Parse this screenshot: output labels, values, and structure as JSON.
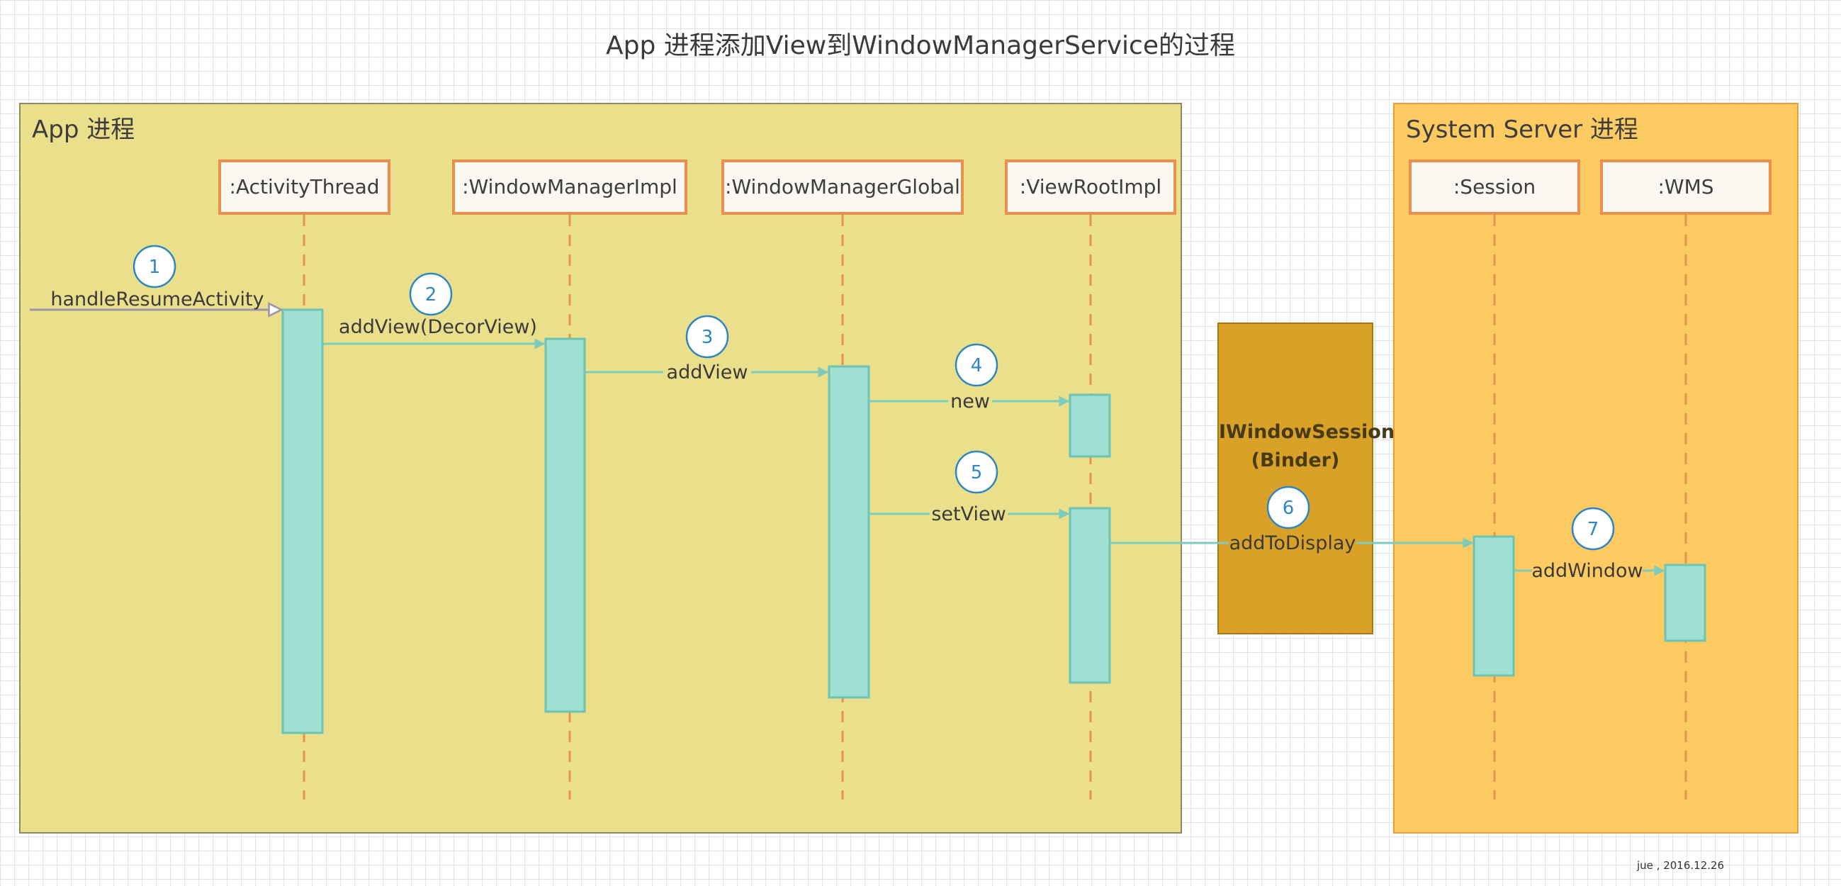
{
  "title": "App 进程添加View到WindowManagerService的过程",
  "frames": {
    "app": {
      "label": "App 进程"
    },
    "system": {
      "label": "System Server 进程"
    }
  },
  "binder": {
    "line1": "IWindowSession",
    "line2": "(Binder)"
  },
  "lifelines": {
    "activity_thread": ":ActivityThread",
    "window_manager_impl": ":WindowManagerImpl",
    "window_manager_global": ":WindowManagerGlobal",
    "view_root_impl": ":ViewRootImpl",
    "session": ":Session",
    "wms": ":WMS"
  },
  "messages": [
    {
      "number": "1",
      "label": "handleResumeActivity"
    },
    {
      "number": "2",
      "label": "addView(DecorView)"
    },
    {
      "number": "3",
      "label": "addView"
    },
    {
      "number": "4",
      "label": "new"
    },
    {
      "number": "5",
      "label": "setView"
    },
    {
      "number": "6",
      "label": "addToDisplay"
    },
    {
      "number": "7",
      "label": "addWindow"
    }
  ],
  "footer": {
    "date": "jue , 2016.12.26"
  },
  "colors": {
    "app_frame_fill": "#eadf8b",
    "system_frame_fill": "#fecb63",
    "binder_fill": "#d9a128",
    "lifeline_border": "#eb8f4f",
    "activation_fill": "#a0e0d2",
    "message_line": "#7ccbbb",
    "number_circle": "#2e86c2"
  }
}
